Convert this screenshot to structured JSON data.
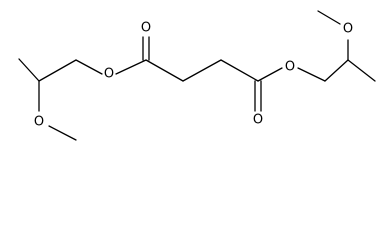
{
  "molecule": {
    "atoms": {
      "carbonyl_oxygen_left": "O",
      "ester_oxygen_left": "O",
      "carbonyl_oxygen_right": "O",
      "ester_oxygen_right": "O",
      "ether_oxygen_left": "O",
      "ether_oxygen_right": "O"
    }
  },
  "colors": {
    "line": "#000000",
    "background": "#ffffff"
  }
}
